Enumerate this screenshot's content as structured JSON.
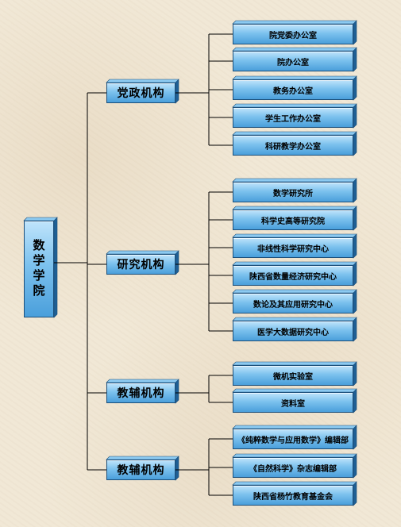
{
  "root": {
    "label": "数学学院"
  },
  "categories": [
    {
      "label": "党政机构",
      "items": [
        "院党委办公室",
        "院办公室",
        "教务办公室",
        "学生工作办公室",
        "科研教学办公室"
      ]
    },
    {
      "label": "研究机构",
      "items": [
        "数学研究所",
        "科学史高等研究院",
        "非线性科学研究中心",
        "陕西省数量经济研究中心",
        "数论及其应用研究中心",
        "医学大数据研究中心"
      ]
    },
    {
      "label": "教辅机构",
      "items": [
        "微机实验室",
        "资料室"
      ]
    },
    {
      "label": "教辅机构",
      "items": [
        "《纯粹数学与应用数学》编辑部",
        "《自然科学》杂志编辑部",
        "陕西省杨竹教育基金会"
      ]
    }
  ],
  "colors": {
    "box_top": "#bfe4fb",
    "box_bottom": "#4a9fdb",
    "box_side": "#1e5f95",
    "box_border": "#1c4f7a",
    "line": "#000000",
    "background": "#f1e8d6"
  }
}
